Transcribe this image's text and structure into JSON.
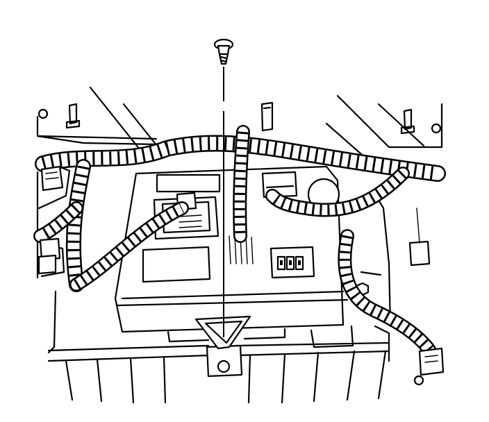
{
  "diagram": {
    "components": [
      {
        "id": "fastener",
        "icon": "push-pin-retainer-icon"
      },
      {
        "id": "control-module",
        "icon": "module-housing-icon"
      },
      {
        "id": "wiring-harness",
        "icon": "corrugated-conduit-icon"
      },
      {
        "id": "harness-connectors",
        "icon": "electrical-connector-icon"
      },
      {
        "id": "mounting-bracket",
        "icon": "bracket-icon"
      },
      {
        "id": "mounting-studs",
        "icon": "stud-icon"
      }
    ],
    "colors": {
      "line": "#000000",
      "background": "#ffffff"
    }
  }
}
